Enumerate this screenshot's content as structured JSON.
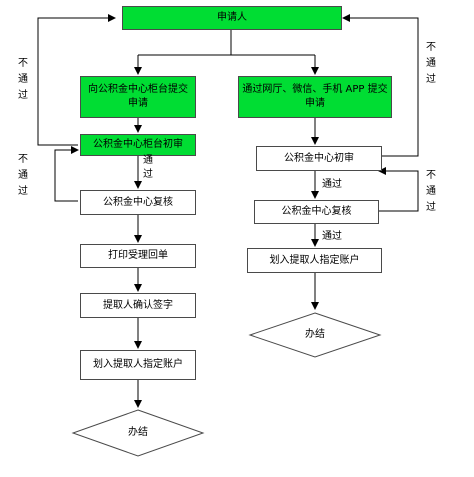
{
  "colors": {
    "start_fill": "#00dd33",
    "box_fill": "#ffffff",
    "stroke": "#4a4a4a",
    "text": "#000000"
  },
  "nodes": {
    "applicant": "申请人",
    "counter_submit": "向公积金中心柜台提交申请",
    "online_submit": "通过网厅、微信、手机 APP 提交申请",
    "counter_first_review": "公积金中心柜台初审",
    "left_second_review": "公积金中心复核",
    "print_receipt": "打印受理回单",
    "sign_confirm": "提取人确认签字",
    "left_transfer": "划入提取人指定账户",
    "left_done": "办结",
    "center_first_review": "公积金中心初审",
    "right_second_review": "公积金中心复核",
    "right_transfer": "划入提取人指定账户",
    "right_done": "办结"
  },
  "labels": {
    "left_reject_outer": "不通过",
    "left_reject_inner": "不通过",
    "right_reject_outer": "不通过",
    "right_reject_inner": "不通过",
    "left_pass": "通过",
    "right_pass_first": "通过",
    "right_pass_second": "通过"
  }
}
